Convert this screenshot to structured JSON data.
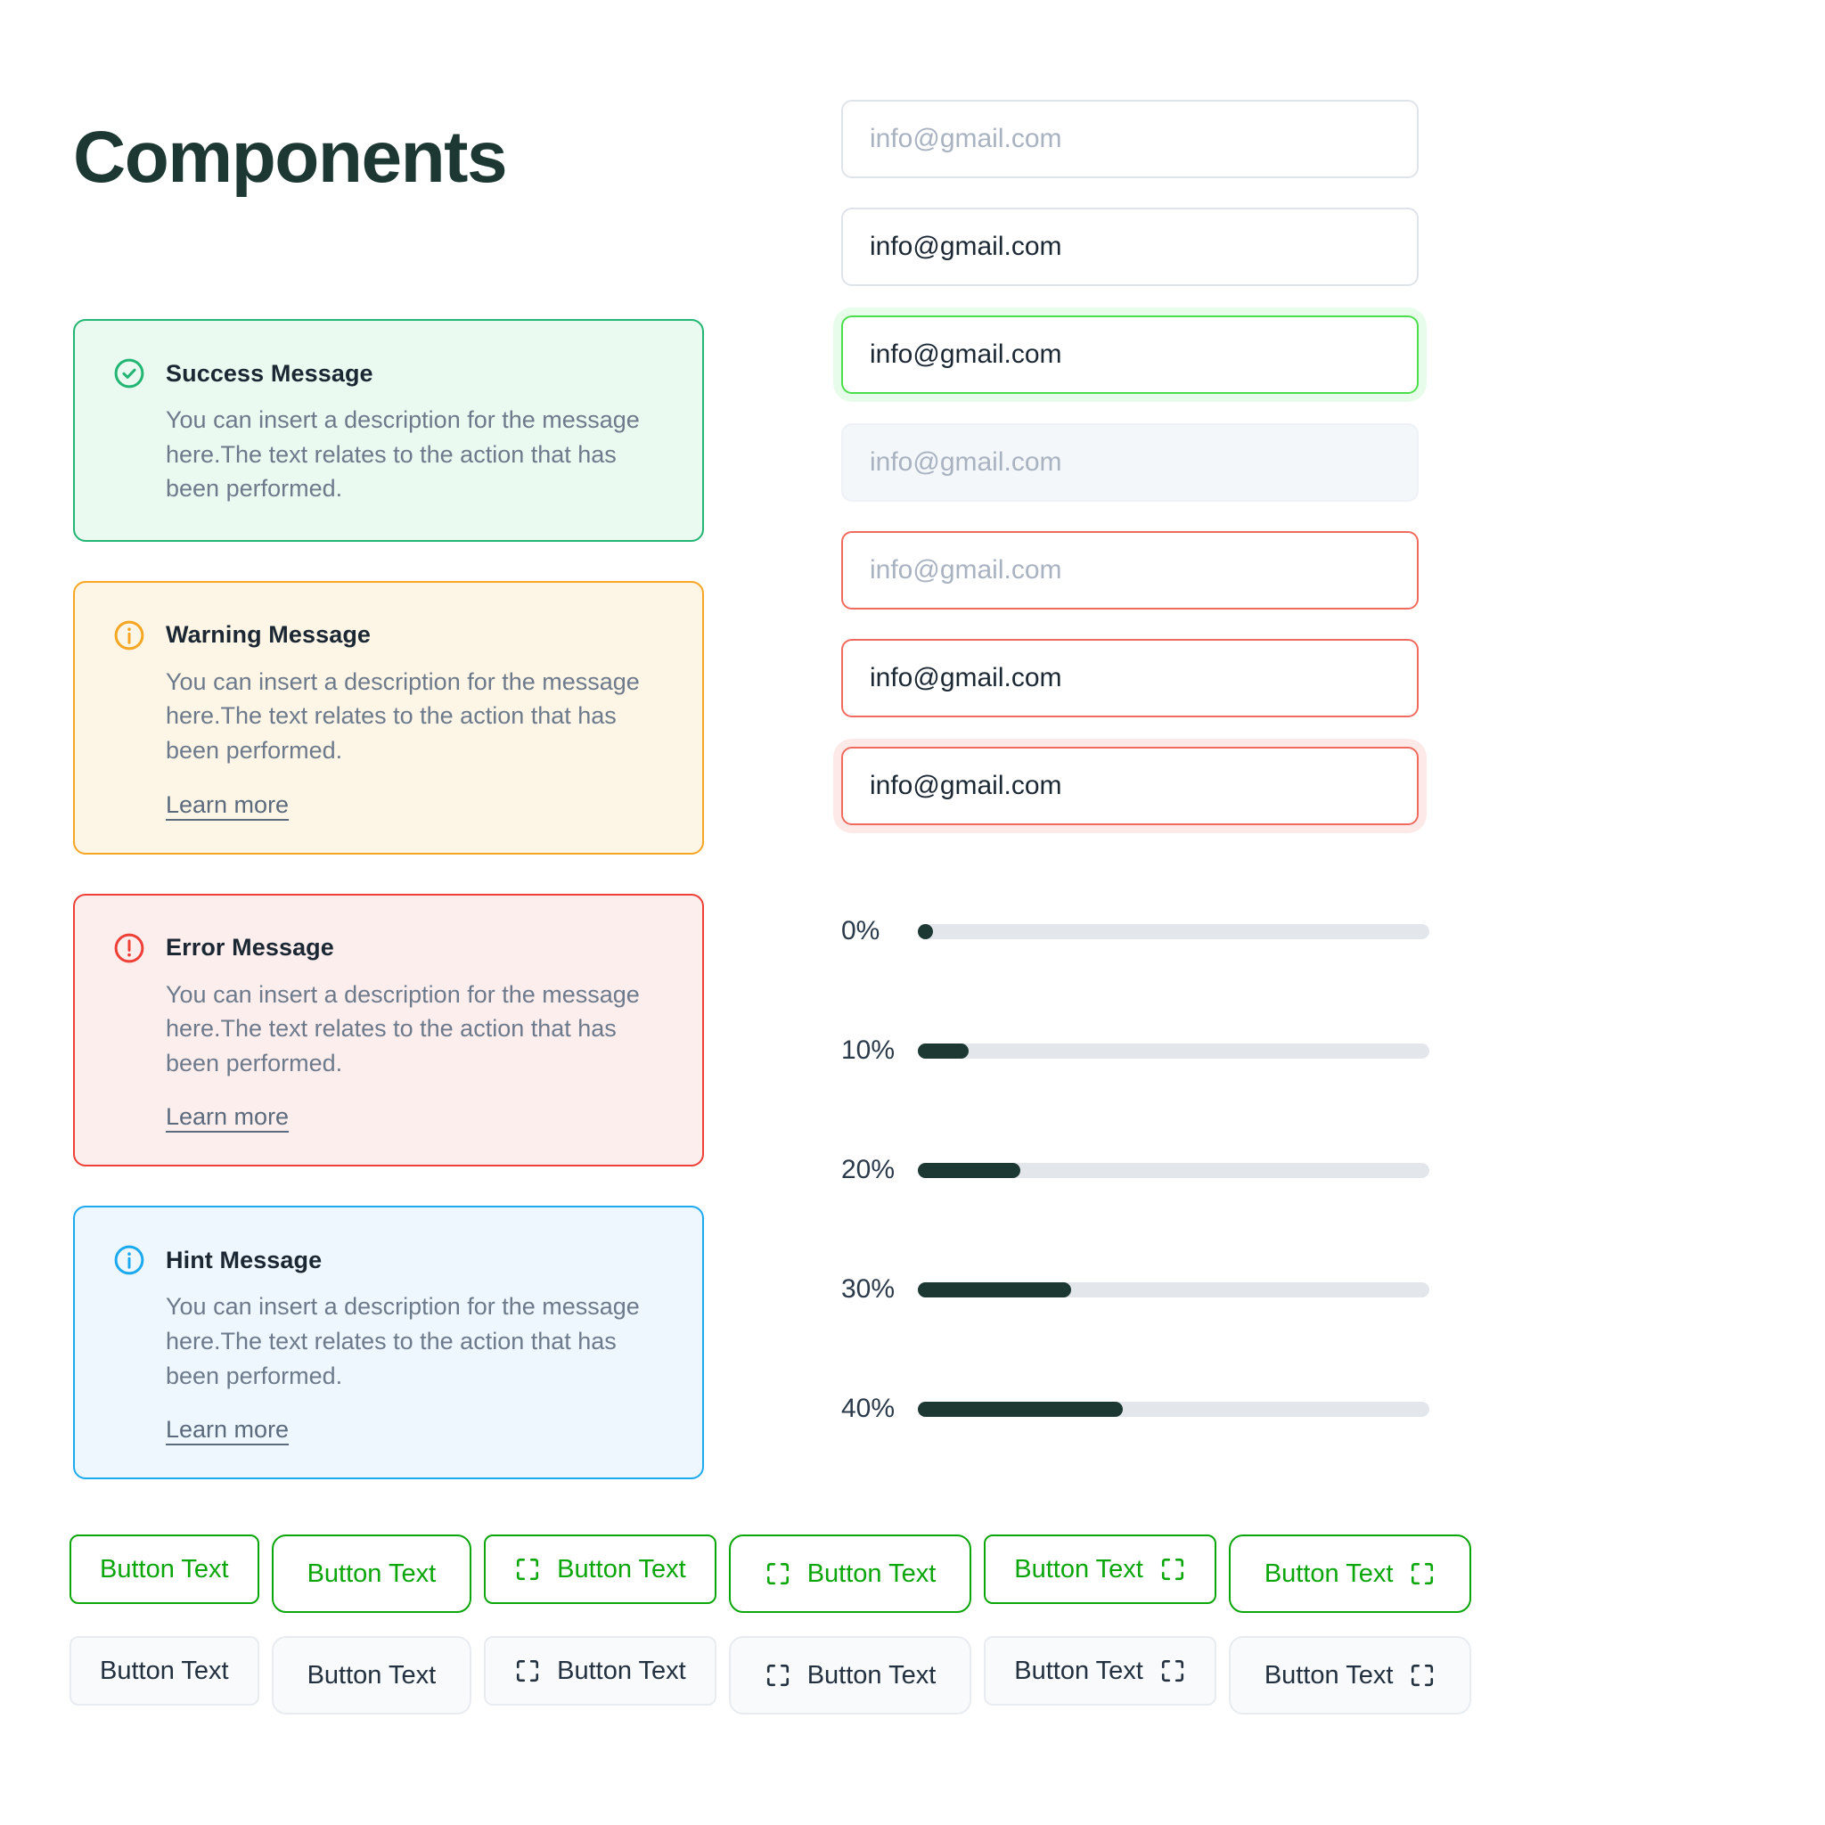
{
  "page": {
    "title": "Components",
    "background": "#ffffff",
    "title_color": "#1d3833"
  },
  "alerts": [
    {
      "type": "success",
      "icon": "check-circle-icon",
      "title": "Success Message",
      "description": "You can insert a description for the message here.The text relates to the action that has been performed.",
      "link": null,
      "border_color": "#22b573",
      "bg_color": "#eafaf0"
    },
    {
      "type": "warning",
      "icon": "info-circle-icon",
      "title": "Warning Message",
      "description": "You can insert a description for the message here.The text relates to the action that has been performed.",
      "link": "Learn more",
      "border_color": "#f5a623",
      "bg_color": "#fdf6e7"
    },
    {
      "type": "error",
      "icon": "exclamation-circle-icon",
      "title": "Error Message",
      "description": "You can insert a description for the message here.The text relates to the action that has been performed.",
      "link": "Learn more",
      "border_color": "#ee4036",
      "bg_color": "#fdeeee"
    },
    {
      "type": "hint",
      "icon": "info-circle-icon",
      "title": "Hint Message",
      "description": "You can insert a description for the message here.The text relates to the action that has been performed.",
      "link": "Learn more",
      "border_color": "#1ba9f0",
      "bg_color": "#eef7fd"
    }
  ],
  "inputs": [
    {
      "state": "empty",
      "value": "",
      "placeholder": "info@gmail.com"
    },
    {
      "state": "filled",
      "value": "info@gmail.com",
      "placeholder": "info@gmail.com"
    },
    {
      "state": "focus-valid",
      "value": "info@gmail.com",
      "placeholder": "info@gmail.com"
    },
    {
      "state": "disabled",
      "value": "",
      "placeholder": "info@gmail.com"
    },
    {
      "state": "error-empty",
      "value": "",
      "placeholder": "info@gmail.com"
    },
    {
      "state": "error-filled",
      "value": "info@gmail.com",
      "placeholder": "info@gmail.com"
    },
    {
      "state": "error-focus",
      "value": "info@gmail.com",
      "placeholder": "info@gmail.com"
    }
  ],
  "progress": {
    "track_color": "#e3e7eb",
    "fill_color": "#1d3833",
    "items": [
      {
        "label": "0%",
        "value": 0
      },
      {
        "label": "10%",
        "value": 10
      },
      {
        "label": "20%",
        "value": 20
      },
      {
        "label": "30%",
        "value": 30
      },
      {
        "label": "40%",
        "value": 40
      }
    ]
  },
  "buttons": {
    "green_color": "#0aa60a",
    "grey_color": "#22303f",
    "icon_name": "frame-placeholder-icon",
    "rows": [
      {
        "variant": "green",
        "items": [
          {
            "label": "Button Text",
            "icon": "none",
            "size": "s1"
          },
          {
            "label": "Button Text",
            "icon": "none",
            "size": "s2"
          },
          {
            "label": "Button Text",
            "icon": "left",
            "size": "s1"
          },
          {
            "label": "Button Text",
            "icon": "left",
            "size": "s2"
          },
          {
            "label": "Button Text",
            "icon": "right",
            "size": "s1"
          },
          {
            "label": "Button Text",
            "icon": "right",
            "size": "s2"
          }
        ]
      },
      {
        "variant": "grey",
        "items": [
          {
            "label": "Button Text",
            "icon": "none",
            "size": "s1"
          },
          {
            "label": "Button Text",
            "icon": "none",
            "size": "s2"
          },
          {
            "label": "Button Text",
            "icon": "left",
            "size": "s1"
          },
          {
            "label": "Button Text",
            "icon": "left",
            "size": "s2"
          },
          {
            "label": "Button Text",
            "icon": "right",
            "size": "s1"
          },
          {
            "label": "Button Text",
            "icon": "right",
            "size": "s2"
          }
        ]
      }
    ]
  }
}
